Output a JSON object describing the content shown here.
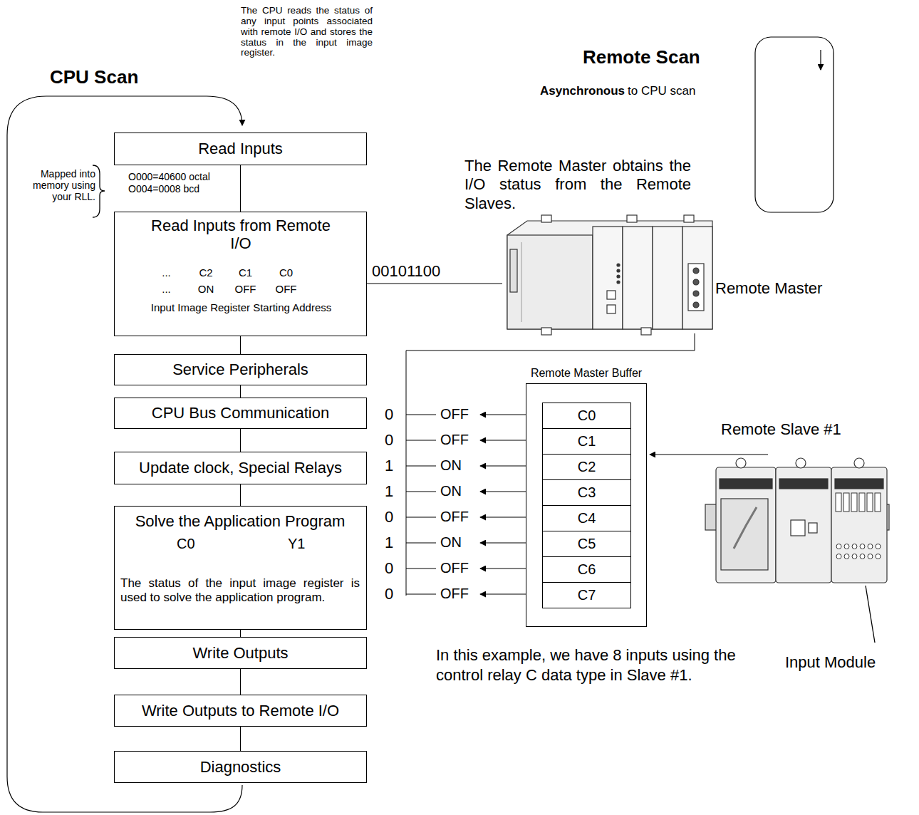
{
  "diagram": {
    "nodes": [
      {
        "text": [
          "Read Inputs"
        ]
      },
      {
        "text": [
          "Read Inputs from Remote I/O",
          "Input Image Register Starting Address"
        ]
      },
      {
        "text": [
          "Service Peripherals"
        ]
      },
      {
        "text": [
          "CPU Bus Communication"
        ]
      },
      {
        "text": [
          "Update clock, Special Relays"
        ]
      },
      {
        "text": [
          "Solve the Application Program",
          "The status of the input image register is used to solve the application program."
        ]
      },
      {
        "text": [
          "Write Outputs"
        ]
      },
      {
        "text": [
          "Write Outputs to Remote I/O"
        ]
      },
      {
        "text": [
          "Diagnostics"
        ]
      },
      {
        "text": [
          "Remote Master Buffer"
        ]
      },
      {
        "text": [
          "C0"
        ],
        "in": 9
      },
      {
        "text": [
          "C1"
        ],
        "in": 9
      },
      {
        "text": [
          "C2"
        ],
        "in": 9
      },
      {
        "text": [
          "C3"
        ],
        "in": 9
      },
      {
        "text": [
          "C4"
        ],
        "in": 9
      },
      {
        "text": [
          "C5"
        ],
        "in": 9
      },
      {
        "text": [
          "C6"
        ],
        "in": 9
      },
      {
        "text": [
          "C7"
        ],
        "in": 9
      }
    ],
    "edges": [
      {
        "from": 0,
        "to": 1,
        "arrow": "none"
      },
      {
        "from": 1,
        "to": 2,
        "arrow": "none"
      },
      {
        "from": 2,
        "to": 3,
        "arrow": "none"
      },
      {
        "from": 3,
        "to": 4,
        "arrow": "none"
      },
      {
        "from": 4,
        "to": 5,
        "arrow": "none"
      },
      {
        "from": 5,
        "to": 6,
        "arrow": "none"
      },
      {
        "from": 6,
        "to": 7,
        "arrow": "none"
      },
      {
        "from": 7,
        "to": 8,
        "arrow": "none"
      }
    ],
    "labels": [
      "The CPU reads the status of any input points associated with remote I/O and stores the status in the input image register.",
      "CPU Scan",
      "Remote Scan",
      "Asynchronous",
      "to CPU scan",
      "Mapped into memory using your RLL.",
      "O000=40600 octal",
      "O004=0008 bcd",
      "The Remote Master obtains the I/O status from the Remote Slaves.",
      "Remote Master",
      "00101100",
      "...",
      "C2",
      "C1",
      "C0",
      "...",
      "ON",
      "OFF",
      "OFF",
      "C0",
      "Y1",
      "0",
      "OFF",
      "0",
      "OFF",
      "1",
      "ON",
      "1",
      "ON",
      "0",
      "OFF",
      "1",
      "ON",
      "0",
      "OFF",
      "0",
      "OFF",
      "Remote Slave #1",
      "In this example, we have 8 inputs using the control relay C data type in Slave #1.",
      "Input Module"
    ]
  }
}
